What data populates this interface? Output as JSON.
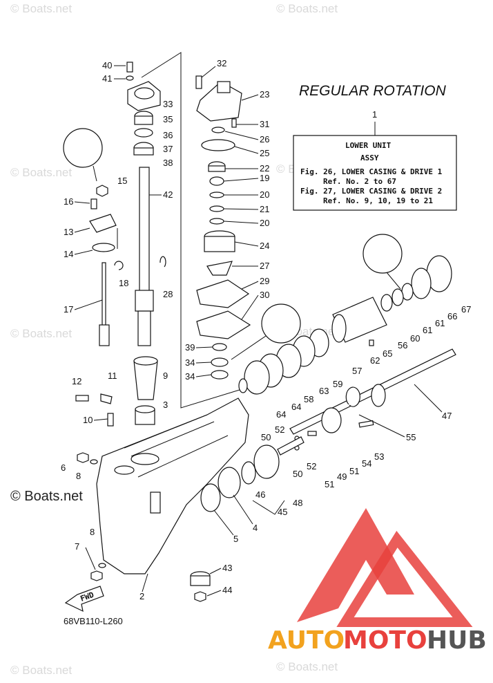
{
  "title": "REGULAR ROTATION",
  "box": {
    "number": "1",
    "heading": "LOWER UNIT",
    "sub": "ASSY",
    "line1": "Fig. 26, LOWER CASING & DRIVE 1",
    "line2": "Ref. No. 2 to 67",
    "line3": "Fig. 27, LOWER CASING & DRIVE 2",
    "line4": "Ref. No. 9, 10, 19 to 21"
  },
  "diagram_code": "68VB110-L260",
  "fwd_label": "FWD",
  "watermark_text": "© Boats.net",
  "watermark_small": "© Boats.net",
  "logo": {
    "auto": "AUTO",
    "moto": "MOTO",
    "hub": "HUB"
  },
  "colors": {
    "accent": "#e8413d",
    "logo_orange": "#f2a21e",
    "logo_gray": "#555555",
    "watermark": "#d9d9d9"
  },
  "callouts": {
    "n40": "40",
    "n41": "41",
    "n33": "33",
    "n35": "35",
    "n36": "36",
    "n37": "37",
    "n38": "38",
    "n42": "42",
    "n15": "15",
    "n16": "16",
    "n13": "13",
    "n14": "14",
    "n18": "18",
    "n28": "28",
    "n17": "17",
    "n9": "9",
    "n3": "3",
    "n11": "11",
    "n12": "12",
    "n10": "10",
    "n6": "6",
    "n8a": "8",
    "n8b": "8",
    "n7": "7",
    "n2": "2",
    "n43": "43",
    "n44": "44",
    "n32": "32",
    "n23": "23",
    "n31": "31",
    "n26": "26",
    "n25": "25",
    "n22": "22",
    "n19": "19",
    "n20a": "20",
    "n21": "21",
    "n20b": "20",
    "n24": "24",
    "n27": "27",
    "n29": "29",
    "n30": "30",
    "n39": "39",
    "n34a": "34",
    "n34b": "34",
    "n64": "64",
    "n58": "58",
    "n63": "63",
    "n59": "59",
    "n57": "57",
    "n62": "62",
    "n65": "65",
    "n56": "56",
    "n60": "60",
    "n61a": "61",
    "n61b": "61",
    "n66": "66",
    "n67": "67",
    "n47": "47",
    "n55": "55",
    "n53": "53",
    "n54": "54",
    "n51a": "51",
    "n49": "49",
    "n52a": "52",
    "n50a": "50",
    "n50b": "50",
    "n52b": "52",
    "n51b": "51",
    "n48": "48",
    "n46": "46",
    "n45": "45",
    "n4": "4",
    "n5": "5"
  }
}
